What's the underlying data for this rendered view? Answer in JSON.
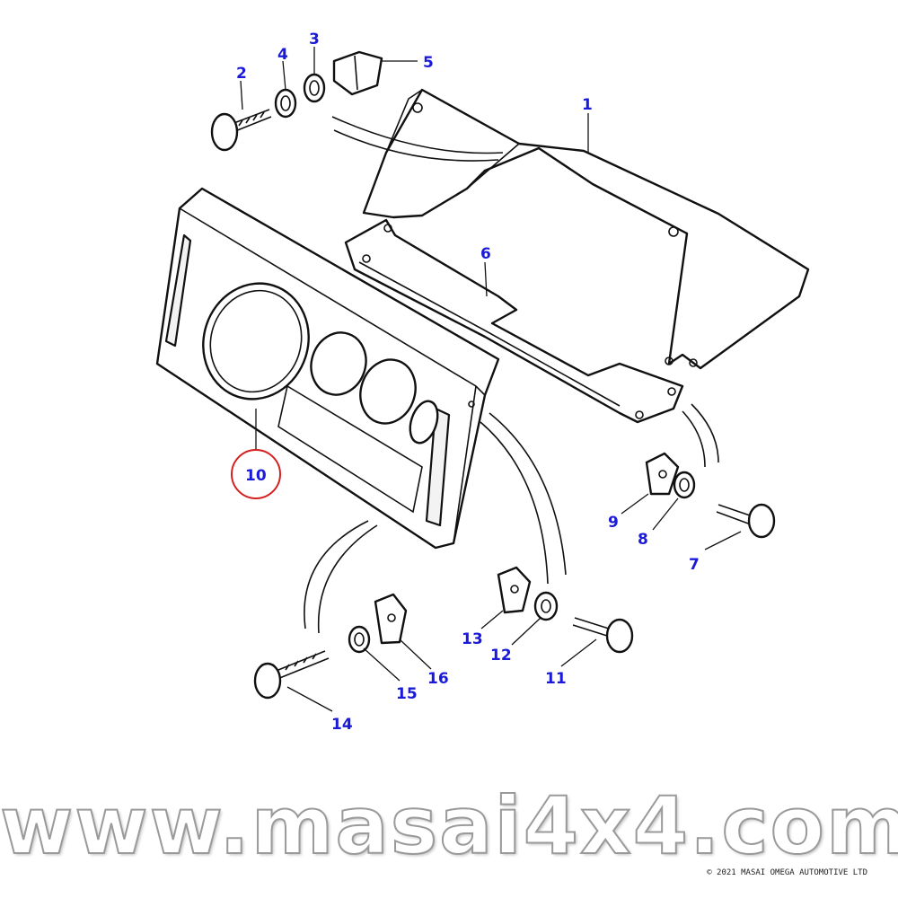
{
  "diagram": {
    "callouts": [
      {
        "id": "1",
        "label": "1"
      },
      {
        "id": "2",
        "label": "2"
      },
      {
        "id": "3",
        "label": "3"
      },
      {
        "id": "4",
        "label": "4"
      },
      {
        "id": "5",
        "label": "5"
      },
      {
        "id": "6",
        "label": "6"
      },
      {
        "id": "7",
        "label": "7"
      },
      {
        "id": "8",
        "label": "8"
      },
      {
        "id": "9",
        "label": "9"
      },
      {
        "id": "10",
        "label": "10",
        "highlighted": true
      },
      {
        "id": "11",
        "label": "11"
      },
      {
        "id": "12",
        "label": "12"
      },
      {
        "id": "13",
        "label": "13"
      },
      {
        "id": "14",
        "label": "14"
      },
      {
        "id": "15",
        "label": "15"
      },
      {
        "id": "16",
        "label": "16"
      }
    ],
    "callout_color": "#1a1ad8",
    "highlight_color": "#d62020"
  },
  "watermark": "www.masai4x4.com",
  "copyright": "© 2021 MASAI OMEGA AUTOMOTIVE LTD"
}
